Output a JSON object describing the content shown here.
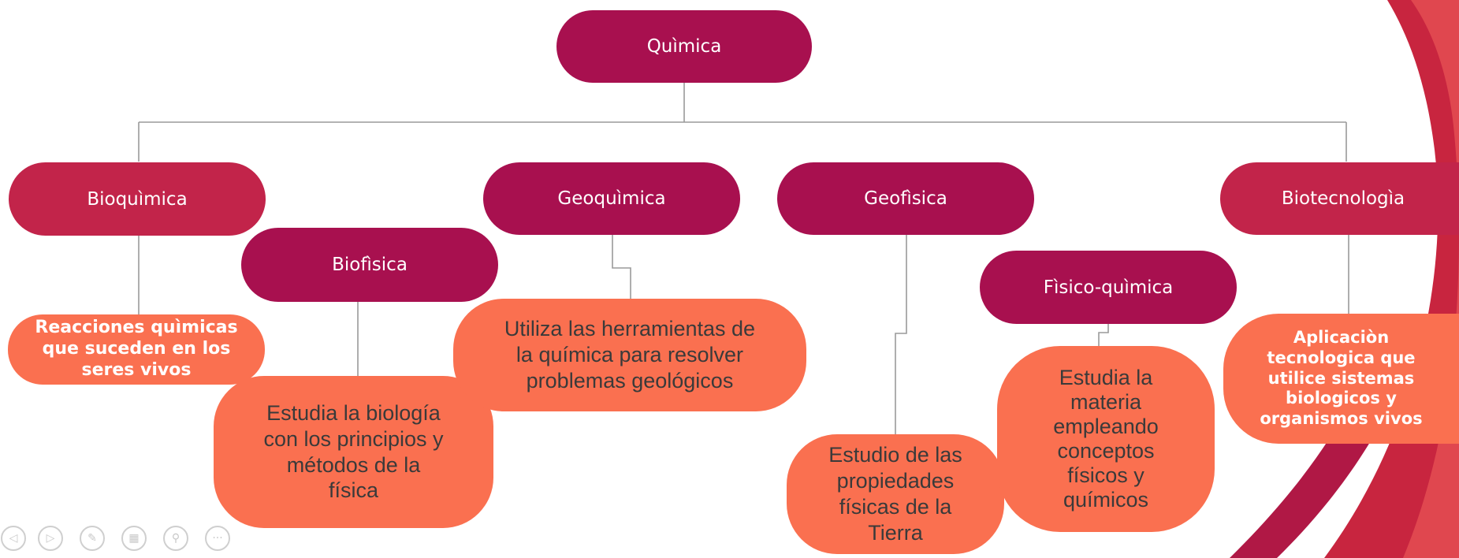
{
  "diagram": {
    "root": "Quìmica",
    "branches": [
      {
        "title": "Bioquìmica",
        "description": "Reacciones quìmicas\nque suceden en los\nseres vivos"
      },
      {
        "title": "Biofìsica",
        "description": "Estudia la biología\ncon los principios y\nmétodos de la\nfísica"
      },
      {
        "title": "Geoquìmica",
        "description": "Utiliza las herramientas de\nla química para resolver\nproblemas geológicos"
      },
      {
        "title": "Geofìsica",
        "description": "Estudio de las\npropiedades\nfísicas de la\nTierra"
      },
      {
        "title": "Fìsico-quìmica",
        "description": "Estudia la\nmateria\nempleando\nconceptos\nfísicos y\nquímicos"
      },
      {
        "title": "Biotecnologìa",
        "description": "Aplicaciòn\ntecnologica que\nutilice sistemas\nbiologicos y\norganismos vivos"
      }
    ]
  },
  "player_controls": [
    {
      "icon": "previous-icon"
    },
    {
      "icon": "next-icon"
    },
    {
      "icon": "pen-icon"
    },
    {
      "icon": "slides-icon"
    },
    {
      "icon": "zoom-icon"
    },
    {
      "icon": "more-icon"
    }
  ],
  "colors": {
    "title_box": "#a8104f",
    "title_box_alt": "#c2244a",
    "description_box": "#fa7050",
    "connector": "#9a9a9a",
    "background_accent": "#d42f45"
  }
}
